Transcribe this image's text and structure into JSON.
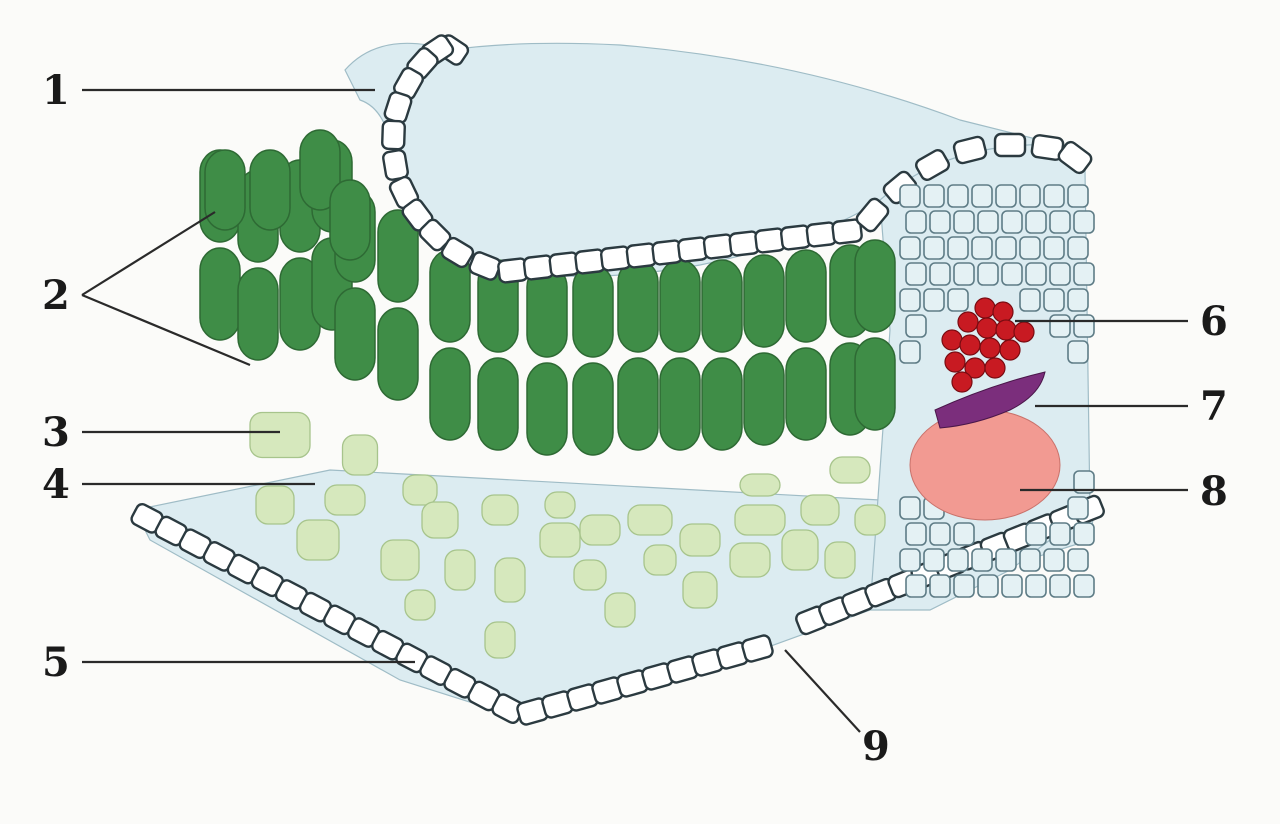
{
  "labels": [
    "1",
    "2",
    "3",
    "4",
    "5",
    "6",
    "7",
    "8",
    "9"
  ],
  "colors": {
    "epidermis": "#ffffff",
    "tissue": "#dcecf1",
    "palisade": "#3f8d47",
    "spongy": "#d6e8bd",
    "xylem": "#c81a22",
    "cambium": "#7b2e7c",
    "phloem": "#f29a92"
  }
}
